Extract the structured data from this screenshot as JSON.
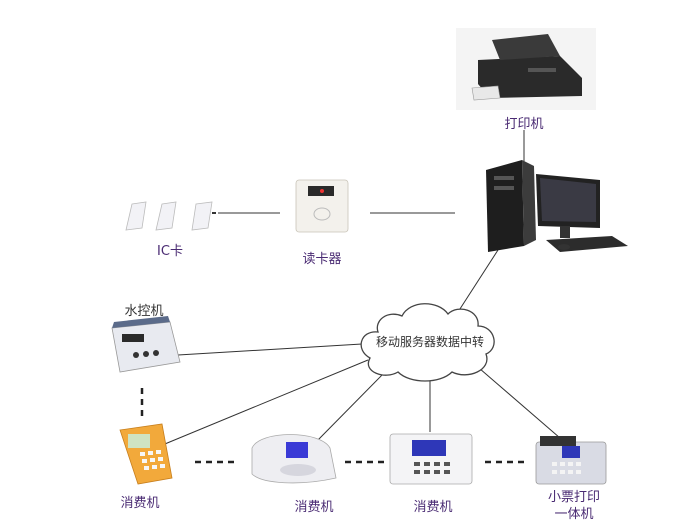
{
  "labels": {
    "printer": "打印机",
    "ic_card": "IC卡",
    "card_reader": "读卡器",
    "water_controller": "水控机",
    "cloud": "移动服务器数据中转",
    "pos_1": "消费机",
    "pos_2": "消费机",
    "pos_3": "消费机",
    "receipt_pos_line1": "小票打印",
    "receipt_pos_line2": "一体机"
  },
  "colors": {
    "label": "#4a2b73",
    "connector": "#333333",
    "cloud_fill": "#ffffff"
  },
  "icons": {
    "printer": "inkjet-printer",
    "computer": "desktop-computer",
    "ic_card": "ic-card",
    "card_reader": "card-reader",
    "water_controller": "water-control-terminal",
    "pos_1": "handheld-pos",
    "pos_2": "desktop-pos",
    "pos_3": "pos-terminal",
    "receipt_pos": "receipt-printer-pos"
  }
}
